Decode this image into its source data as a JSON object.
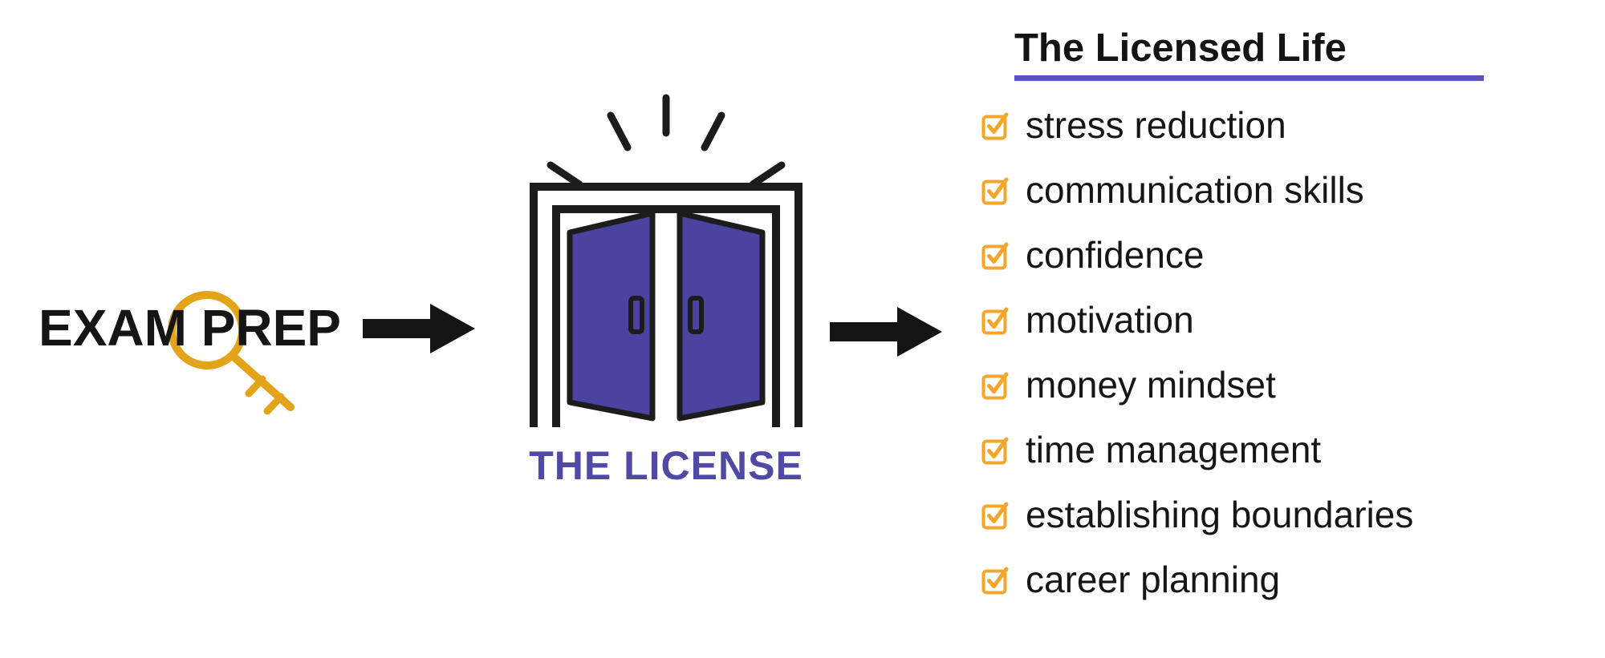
{
  "stage": {
    "exam_prep_label": "EXAM PREP",
    "license_label": "THE LICENSE"
  },
  "checklist": {
    "title": "The Licensed Life",
    "items": [
      "stress reduction",
      "communication skills",
      "confidence",
      "motivation",
      "money mindset",
      "time management",
      "establishing boundaries",
      "career planning"
    ]
  },
  "icons": {
    "left": "key-icon",
    "connectors": "arrow-right-icon",
    "center": "open-double-door-icon",
    "list_bullet": "checked-checkbox-icon"
  },
  "colors": {
    "door_purple": "#4c42a0",
    "label_purple": "#514aa5",
    "underline_purple": "#5b54bc",
    "key_gold": "#e4a41a",
    "checkbox_orange": "#f5a52a",
    "ink_black": "#141414"
  }
}
